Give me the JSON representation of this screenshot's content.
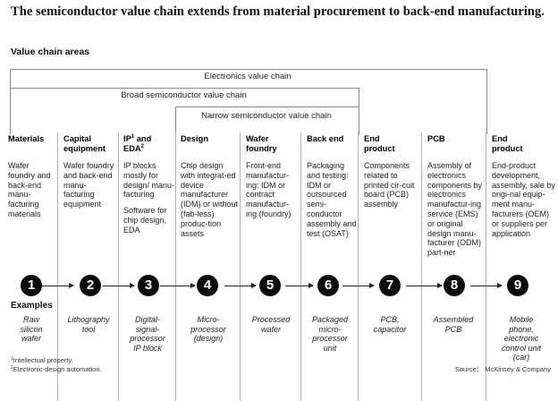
{
  "title": "The semiconductor value chain extends from material procurement to back-end manufacturing.",
  "areas_label": "Value chain areas",
  "brackets": [
    {
      "label": "Electronics value chain"
    },
    {
      "label": "Broad semiconductor value chain"
    },
    {
      "label": "Narrow semiconductor value chain"
    }
  ],
  "columns": [
    {
      "number": "1",
      "header": [
        "Materials"
      ],
      "body": [
        "Wafer foundry and back-end manu-facturing materials"
      ],
      "example": [
        "Raw",
        "silicon",
        "wafer"
      ]
    },
    {
      "number": "2",
      "header": [
        "Capital",
        "equipment"
      ],
      "body": [
        "Wafer foundry and back-end manu-facturing equipment"
      ],
      "example": [
        "Lithography",
        "tool"
      ]
    },
    {
      "number": "3",
      "header": [
        "IP",
        "1",
        " and",
        "EDA",
        "2"
      ],
      "body": [
        "IP blocks mostly for design/ manu-facturing",
        "Software for chip design, EDA"
      ],
      "example": [
        "Digital-",
        "signal-",
        "processor",
        "IP block"
      ]
    },
    {
      "number": "4",
      "header": [
        "Design"
      ],
      "body": [
        "Chip design with integrat-ed device manufacturer (IDM) or without (fab-less) produc-tion assets"
      ],
      "example": [
        "Micro-",
        "processor",
        "(design)"
      ]
    },
    {
      "number": "5",
      "header": [
        "Wafer",
        "foundry"
      ],
      "body": [
        "Front-end manufactur-ing: IDM or contract manufactur-ing (foundry)"
      ],
      "example": [
        "Processed",
        "wafer"
      ]
    },
    {
      "number": "6",
      "header": [
        "Back end"
      ],
      "body": [
        "Packaging and testing: IDM or outsourced semi-conductor assembly and test (OSAT)"
      ],
      "example": [
        "Packaged",
        "micro-",
        "processor",
        "unit"
      ]
    },
    {
      "number": "7",
      "header": [
        "End",
        "product"
      ],
      "body": [
        "Components related to printed cir-cuit board (PCB) assembly"
      ],
      "example": [
        "PCB,",
        "capacitor"
      ]
    },
    {
      "number": "8",
      "header": [
        "PCB"
      ],
      "body": [
        "Assembly of electronics components by electronics manufactur-ing service (EMS) or original design manu-facturer (ODM) part-ner"
      ],
      "example": [
        "Assembled",
        "PCB"
      ]
    },
    {
      "number": "9",
      "header": [
        "End",
        "product"
      ],
      "body": [
        "End-product development, assembly, sale by origi-nal equip-ment manu-facturers (OEM) or suppliers per application"
      ],
      "example": [
        "Mobile",
        "phone,",
        "electronic",
        "control unit",
        "(car)"
      ]
    }
  ],
  "examples_label": "Examples",
  "footnotes": [
    {
      "mark": "1",
      "text": "Intellectual property."
    },
    {
      "mark": "2",
      "text": "Electronic-design automation."
    }
  ],
  "source": "Source： McKinsey & Company"
}
